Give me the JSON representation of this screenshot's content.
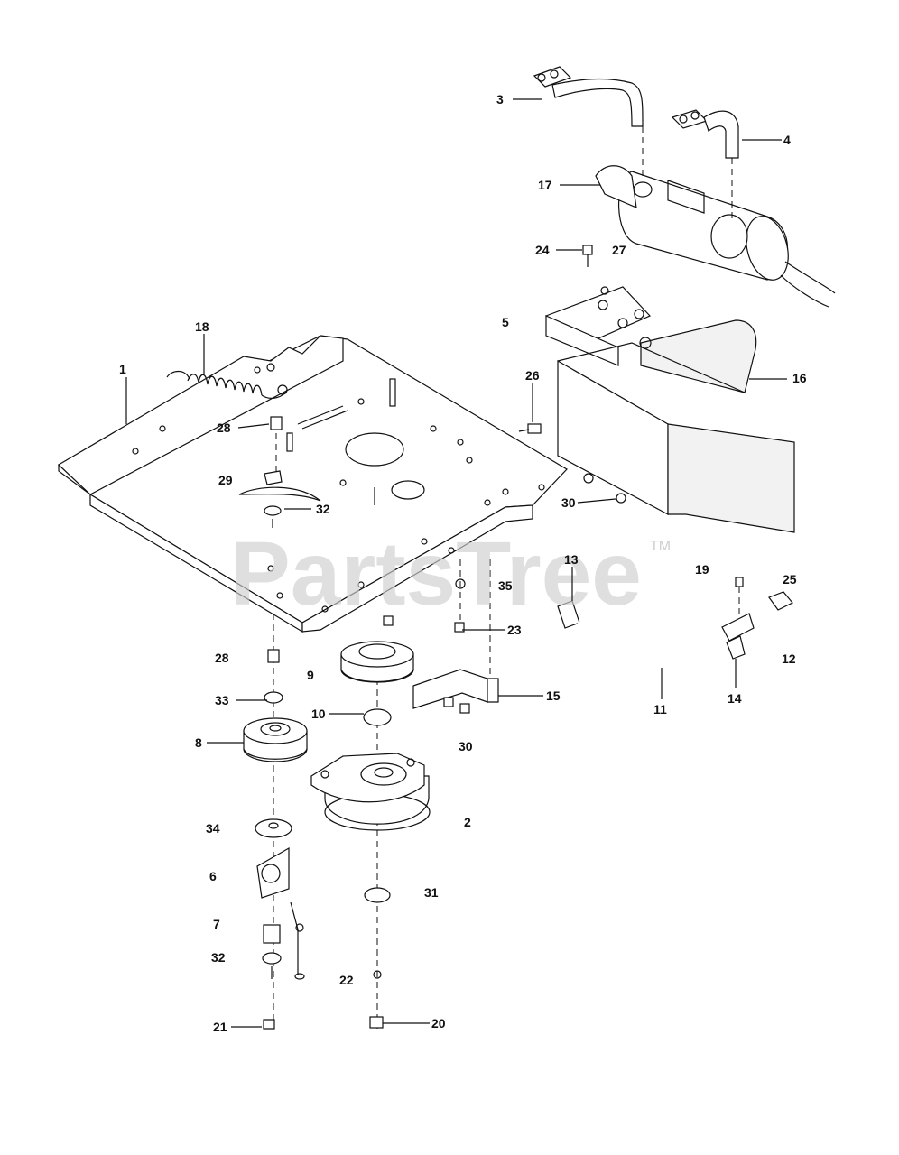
{
  "watermark": {
    "text": "PartsTree",
    "tm": "TM"
  },
  "callouts": [
    {
      "id": "c1",
      "text": "1"
    },
    {
      "id": "c2",
      "text": "2"
    },
    {
      "id": "c3",
      "text": "3"
    },
    {
      "id": "c4",
      "text": "4"
    },
    {
      "id": "c5",
      "text": "5"
    },
    {
      "id": "c6",
      "text": "6"
    },
    {
      "id": "c7",
      "text": "7"
    },
    {
      "id": "c8",
      "text": "8"
    },
    {
      "id": "c9",
      "text": "9"
    },
    {
      "id": "c10",
      "text": "10"
    },
    {
      "id": "c11",
      "text": "11"
    },
    {
      "id": "c12",
      "text": "12"
    },
    {
      "id": "c13",
      "text": "13"
    },
    {
      "id": "c14",
      "text": "14"
    },
    {
      "id": "c15",
      "text": "15"
    },
    {
      "id": "c16",
      "text": "16"
    },
    {
      "id": "c17",
      "text": "17"
    },
    {
      "id": "c18",
      "text": "18"
    },
    {
      "id": "c19",
      "text": "19"
    },
    {
      "id": "c20",
      "text": "20"
    },
    {
      "id": "c21",
      "text": "21"
    },
    {
      "id": "c22",
      "text": "22"
    },
    {
      "id": "c23",
      "text": "23"
    },
    {
      "id": "c24",
      "text": "24"
    },
    {
      "id": "c25",
      "text": "25"
    },
    {
      "id": "c26",
      "text": "26"
    },
    {
      "id": "c27",
      "text": "27"
    },
    {
      "id": "c28a",
      "text": "28"
    },
    {
      "id": "c28b",
      "text": "28"
    },
    {
      "id": "c29",
      "text": "29"
    },
    {
      "id": "c30a",
      "text": "30"
    },
    {
      "id": "c30b",
      "text": "30"
    },
    {
      "id": "c31",
      "text": "31"
    },
    {
      "id": "c32a",
      "text": "32"
    },
    {
      "id": "c32b",
      "text": "32"
    },
    {
      "id": "c33",
      "text": "33"
    },
    {
      "id": "c34",
      "text": "34"
    },
    {
      "id": "c35",
      "text": "35"
    }
  ]
}
